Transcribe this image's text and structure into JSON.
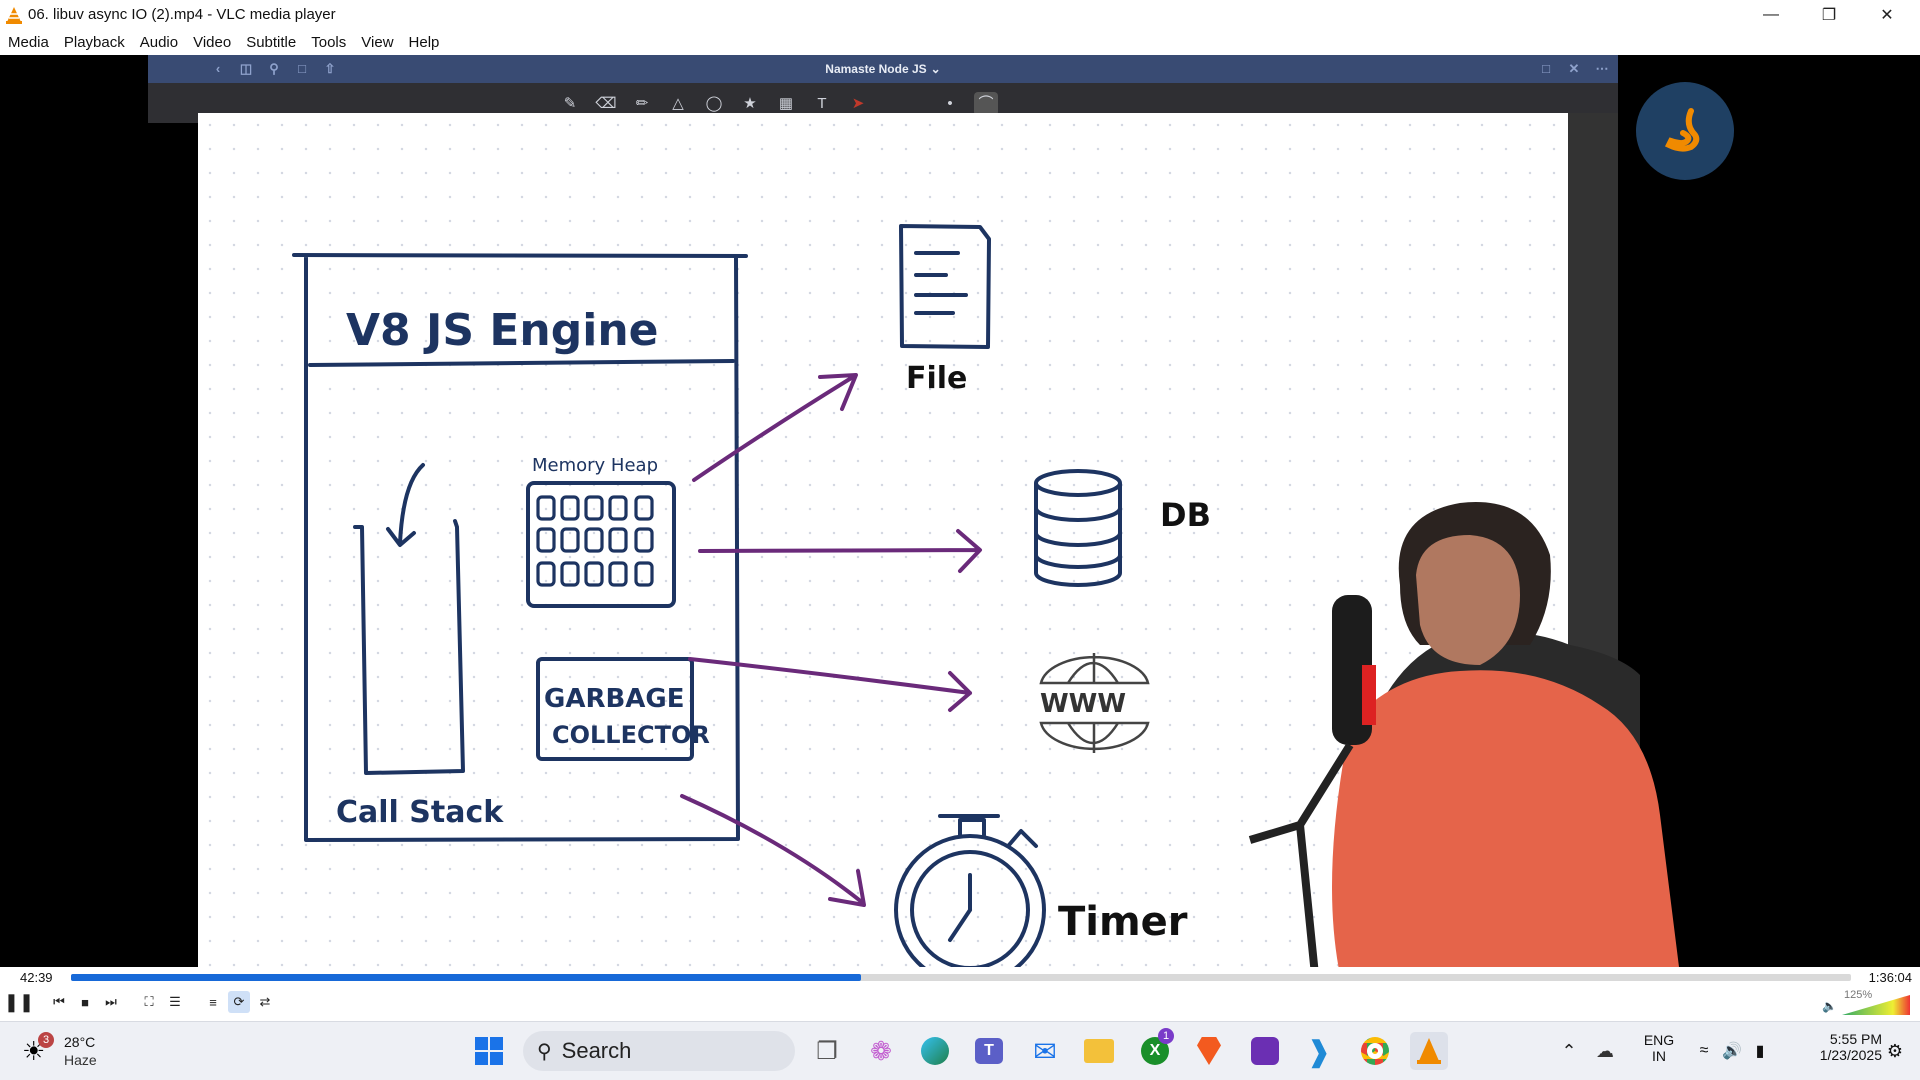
{
  "window": {
    "title": "06. libuv  async IO (2).mp4 - VLC media player",
    "minimize_icon": "minimize-icon",
    "restore_icon": "restore-icon",
    "close_icon": "close-icon"
  },
  "menu": [
    "Media",
    "Playback",
    "Audio",
    "Video",
    "Subtitle",
    "Tools",
    "View",
    "Help"
  ],
  "notes_app": {
    "title": "Namaste Node JS",
    "title_caret": "⌄"
  },
  "drawing": {
    "engine_title": "V8   JS   Engine",
    "memory_heap": "Memory Heap",
    "garbage_collector_line1": "GARBAGE",
    "garbage_collector_line2": "COLLECTOR",
    "call_stack": "Call Stack",
    "file": "File",
    "db": "DB",
    "www": "WWW",
    "timer": "Timer",
    "stroke_color": "#1d3461",
    "arrow_color": "#6a2a7a"
  },
  "player": {
    "elapsed": "42:39",
    "total": "1:36:04",
    "progress_fraction": 0.4437,
    "volume_label": "125%",
    "volume_fraction": 1.0
  },
  "taskbar": {
    "weather_temp": "28°C",
    "weather_desc": "Haze",
    "weather_badge": "3",
    "search_placeholder": "Search",
    "xbox_badge": "1",
    "lang_line1": "ENG",
    "lang_line2": "IN",
    "clock_time": "5:55 PM",
    "clock_date": "1/23/2025"
  },
  "colors": {
    "accent": "#1769d8",
    "notes_header": "#394b73",
    "vlc_orange": "#f08a00"
  }
}
